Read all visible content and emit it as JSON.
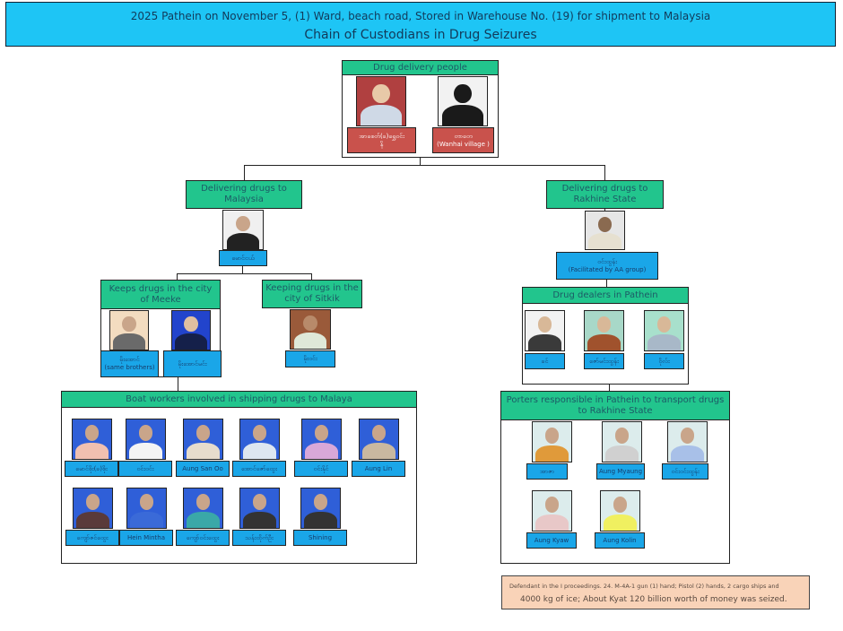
{
  "header": {
    "subtitle": "2025 Pathein on November 5, (1) Ward, beach road, Stored in Warehouse No. (19) for shipment to Malaysia",
    "title": "Chain of Custodians in Drug Seizures"
  },
  "delivery": {
    "title": "Drug delivery people",
    "people": [
      {
        "name": "အာစေတ်(ခ)ရွှေဝင်း",
        "sub": "နိ"
      },
      {
        "name": "တာတေ",
        "sub": "(Wanhai village )"
      }
    ]
  },
  "left_branch": {
    "title": "Delivering drugs to Malaysia",
    "person": {
      "name": "မောင်ငယ်"
    }
  },
  "meeke": {
    "title": "Keeps drugs in the city of Meeke",
    "people": [
      {
        "name": "မိုးအောင်",
        "sub": "(same brothers)"
      },
      {
        "name": "မိုးအောင်မင်း",
        "sub": ""
      }
    ]
  },
  "sitkik": {
    "title": "Keeping drugs in the city of Sitkik",
    "person": {
      "name": "မိုးဝင်း"
    }
  },
  "boat": {
    "title": "Boat workers involved in shipping drugs to Malaya",
    "people": [
      {
        "name": "မောင်စိုး(ခ)စိုး"
      },
      {
        "name": "ဝင်းဝင်း"
      },
      {
        "name": "Aung San Oo"
      },
      {
        "name": "အောင်ဇော်ထွေး"
      },
      {
        "name": "ဝင်းနိုင်"
      },
      {
        "name": "Aung Lin"
      },
      {
        "name": "ကျော်ဇင်ထွေး"
      },
      {
        "name": "Hein Mintha"
      },
      {
        "name": "ကျော်ဝင်းထွေး"
      },
      {
        "name": "သန်းထိုက်ဦး"
      },
      {
        "name": "Shining"
      }
    ]
  },
  "right_branch": {
    "title": "Delivering drugs to Rakhine State",
    "person": {
      "name": "ဝင်းထွန်း",
      "sub": "(Facilitated by AA group)"
    }
  },
  "dealers": {
    "title": "Drug dealers in Pathein",
    "people": [
      {
        "name": "ခင်"
      },
      {
        "name": "ဇော်မင်းထွန်း"
      },
      {
        "name": "ဝိုလ်း"
      }
    ]
  },
  "porters": {
    "title": "Porters responsible in Pathein to transport drugs to Rakhine State",
    "people": [
      {
        "name": "အာဇာ"
      },
      {
        "name": "Aung Myaung"
      },
      {
        "name": "ဝင်းဝင်းထွန်း"
      },
      {
        "name": "Aung Kyaw"
      },
      {
        "name": "Aung Kolin"
      }
    ]
  },
  "note": {
    "line1": "Defendant in the I proceedings. 24. M-4A-1 gun (1) hand; Pistol (2) hands, 2 cargo ships and",
    "line2": "4000 kg of ice; About Kyat 120 billion worth of money was seized."
  }
}
